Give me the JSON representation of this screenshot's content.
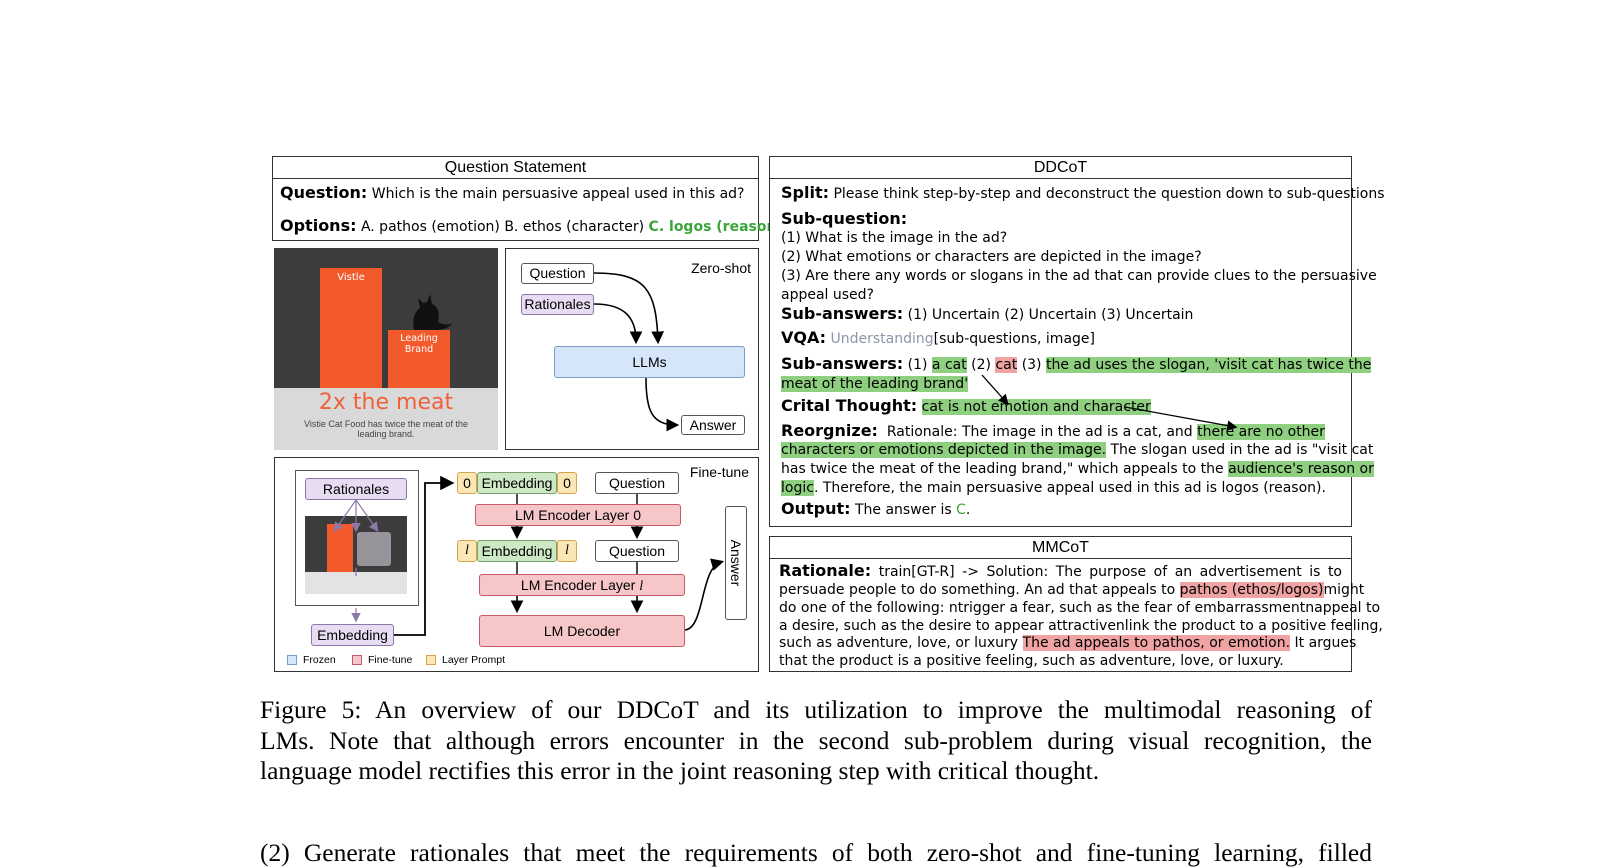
{
  "question_panel": {
    "title": "Question Statement",
    "question_label": "Question:",
    "question_text": "Which is the main persuasive appeal used in this ad?",
    "options_label": "Options:",
    "options_text": "A. pathos (emotion) B. ethos (character)",
    "options_correct": "C. logos (reason)"
  },
  "ad_image": {
    "bar1_label": "Vistle",
    "bar2_label_line1": "Leading",
    "bar2_label_line2": "Brand",
    "headline": "2x the meat",
    "sub_line1": "Vistie Cat Food has twice the meat of the",
    "sub_line2": "leading brand."
  },
  "zero_shot": {
    "label": "Zero-shot",
    "question": "Question",
    "rationales": "Rationales",
    "llms": "LLMs",
    "answer": "Answer"
  },
  "fine_tune": {
    "label": "Fine-tune",
    "rationales": "Rationales",
    "embedding": "Embedding",
    "prompt0": "0",
    "embedding0": "Embedding",
    "question0": "Question",
    "encoder0": "LM Encoder Layer 0",
    "prompt_l": "l",
    "embedding_l": "Embedding",
    "question_l": "Question",
    "encoder_l": "LM Encoder Layer",
    "encoder_l_sym": "l",
    "decoder": "LM Decoder",
    "answer": "Answer",
    "legend": [
      "Frozen",
      "Fine-tune",
      "Layer Prompt"
    ],
    "legend_colors": [
      "#d6e6fa",
      "#f6c6c9",
      "#fbe6b5"
    ]
  },
  "ddcot": {
    "title": "DDCoT",
    "split_label": "Split:",
    "split_text": "Please think step-by-step and deconstruct the question down to sub-questions",
    "subq_label": "Sub-question:",
    "subq1": "(1) What is the image in the ad?",
    "subq2": "(2) What emotions or characters are depicted in the image?",
    "subq3a": "(3) Are there any words or slogans in the ad that can provide clues to the persuasive",
    "subq3b": "appeal used?",
    "suba_label": "Sub-answers:",
    "suba_text": "(1) Uncertain (2) Uncertain (3) Uncertain",
    "vqa_label": "VQA:",
    "vqa_gray": "Understanding",
    "vqa_text": "[sub-questions, image]",
    "suba2_label": "Sub-answers:",
    "suba2_p1": "(1)",
    "suba2_h1": "a cat",
    "suba2_p2": "(2)",
    "suba2_h2": "cat",
    "suba2_p3": "(3)",
    "suba2_h3": "the ad uses the slogan, 'visit cat has twice the",
    "suba2_h3b": "meat of the leading brand'",
    "crit_label": "Crital Thought:",
    "crit_text": "cat is not emotion and character",
    "reorg_label": "Reorgnize:",
    "reorg_p1": "Rationale: The image in the ad is a cat, and",
    "reorg_h1": "there are no other",
    "reorg_h1b": "characters or emotions depicted in the image.",
    "reorg_p2": "The slogan used in the ad is \"visit cat",
    "reorg_line3": "has twice the meat of the leading brand,\" which appeals to the",
    "reorg_h2": "audience's reason or",
    "reorg_h2b": "logic",
    "reorg_p3": ". Therefore, the main persuasive appeal used in this ad is logos (reason).",
    "output_label": "Output:",
    "output_text": "The answer is",
    "output_answer": "C",
    "output_end": "."
  },
  "mmcot": {
    "title": "MMCoT",
    "rationale_label": "Rationale:",
    "line1": "train[GT-R] -> Solution: The purpose of an advertisement is to",
    "line2_a": "persuade people to do something. An ad that appeals to",
    "line2_h": "pathos (ethos/logos)",
    "line2_b": "might",
    "line3": "do one of the following: ntrigger a fear, such as the fear of embarrassmentnappeal to",
    "line4": "a desire, such as the desire to appear attractivenlink the product to a positive feeling,",
    "line5_a": "such as adventure, love, or luxury",
    "line5_h": "The ad appeals to pathos, or emotion.",
    "line5_b": "It argues",
    "line6": "that the product is a positive feeling, such as adventure, love, or luxury."
  },
  "caption": {
    "line1": "Figure 5: An overview of our DDCoT and its utilization to improve the multimodal reasoning of",
    "line2": "LMs. Note that although errors encounter in the second sub-problem during visual recognition, the",
    "line3": "language model rectifies this error in the joint reasoning step with critical thought."
  },
  "body_text": {
    "line1": "(2) Generate rationales that meet the requirements of both zero-shot and fine-tuning learning, filled"
  }
}
